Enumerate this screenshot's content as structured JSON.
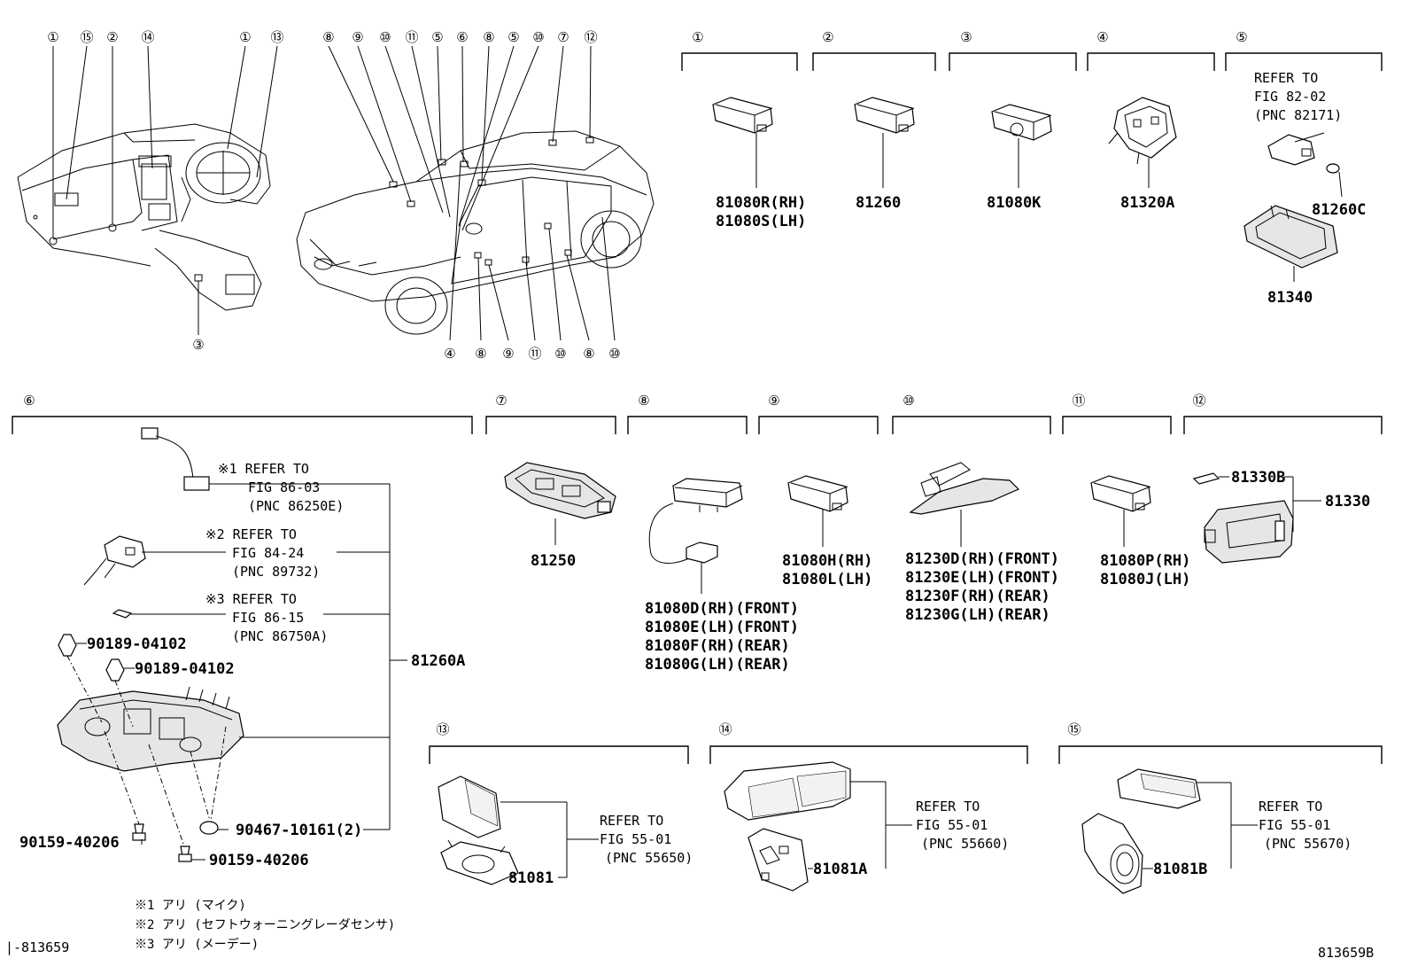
{
  "callouts": {
    "c1": "①",
    "c2": "②",
    "c3": "③",
    "c4": "④",
    "c5": "⑤",
    "c6": "⑥",
    "c7": "⑦",
    "c8": "⑧",
    "c9": "⑨",
    "c10": "⑩",
    "c11": "⑪",
    "c12": "⑫",
    "c13": "⑬",
    "c14": "⑭",
    "c15": "⑮"
  },
  "parts": {
    "p81080R": "81080R(RH)",
    "p81080S": "81080S(LH)",
    "p81260": "81260",
    "p81080K": "81080K",
    "p81320A": "81320A",
    "p81260C": "81260C",
    "p81340": "81340",
    "p81250": "81250",
    "p81080D": "81080D(RH)(FRONT)",
    "p81080E": "81080E(LH)(FRONT)",
    "p81080F": "81080F(RH)(REAR)",
    "p81080G": "81080G(LH)(REAR)",
    "p81080H": "81080H(RH)",
    "p81080L": "81080L(LH)",
    "p81230D": "81230D(RH)(FRONT)",
    "p81230E": "81230E(LH)(FRONT)",
    "p81230F": "81230F(RH)(REAR)",
    "p81230G": "81230G(LH)(REAR)",
    "p81080P": "81080P(RH)",
    "p81080J": "81080J(LH)",
    "p81330B": "81330B",
    "p81330": "81330",
    "p81260A": "81260A",
    "p90189a": "90189-04102",
    "p90189b": "90189-04102",
    "p90467": "90467-10161(2)",
    "p90159a": "90159-40206",
    "p90159b": "90159-40206",
    "p81081": "81081",
    "p81081A": "81081A",
    "p81081B": "81081B"
  },
  "refs": {
    "r5": [
      "REFER TO",
      "FIG 82-02",
      "(PNC 82171)"
    ],
    "r6a": [
      "※1 REFER TO",
      "FIG 86-03",
      "(PNC 86250E)"
    ],
    "r6b": [
      "※2 REFER TO",
      "FIG 84-24",
      "(PNC 89732)"
    ],
    "r6c": [
      "※3 REFER TO",
      "FIG 86-15",
      "(PNC 86750A)"
    ],
    "r13": [
      "REFER TO",
      "FIG 55-01",
      "(PNC 55650)"
    ],
    "r14": [
      "REFER TO",
      "FIG 55-01",
      "(PNC 55660)"
    ],
    "r15": [
      "REFER TO",
      "FIG 55-01",
      "(PNC 55670)"
    ]
  },
  "notes": {
    "n1": "※1 アリ (マイク)",
    "n2": "※2 アリ (セフトウォーニングレーダセンサ)",
    "n3": "※3 アリ (メーデー)"
  },
  "footer": {
    "left": "|-813659",
    "right": "813659B"
  }
}
